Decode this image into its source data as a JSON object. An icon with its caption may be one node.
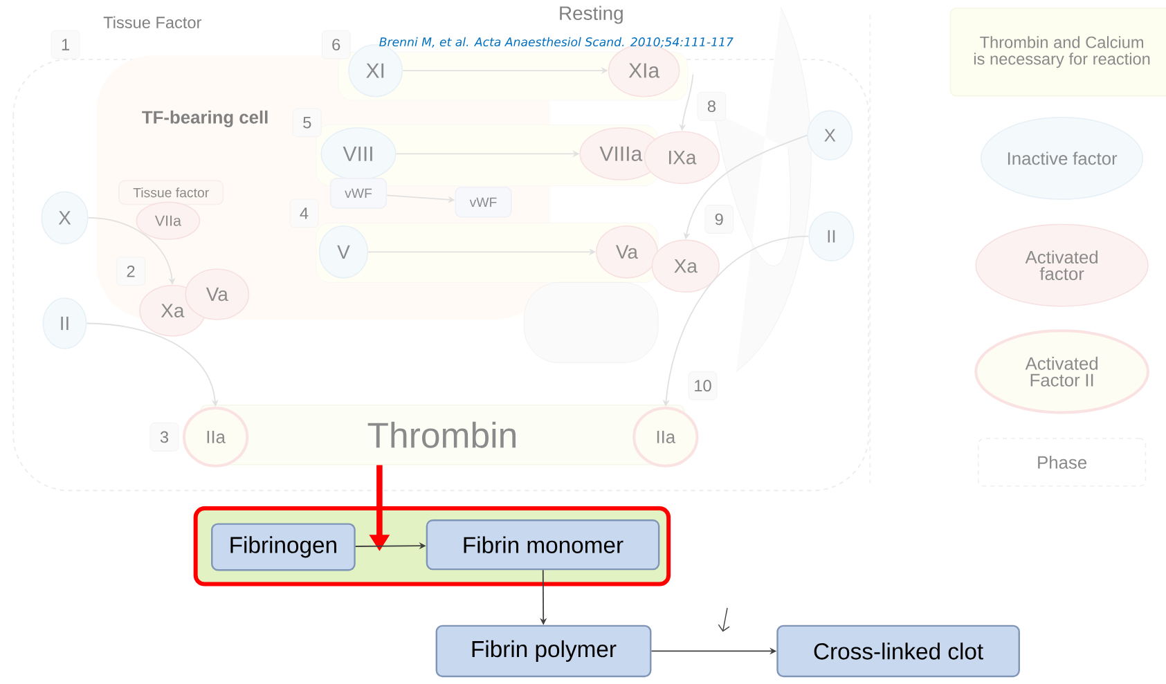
{
  "diagram": {
    "nodes": [
      {
        "text": [
          "XI"
        ]
      },
      {
        "text": [
          "XIa"
        ]
      },
      {
        "text": [
          "VIII"
        ]
      },
      {
        "text": [
          "VIIIa"
        ]
      },
      {
        "text": [
          "IXa"
        ]
      },
      {
        "text": [
          "vWF"
        ]
      },
      {
        "text": [
          "vWF"
        ]
      },
      {
        "text": [
          "V"
        ]
      },
      {
        "text": [
          "Va"
        ]
      },
      {
        "text": [
          "Xa"
        ]
      },
      {
        "text": [
          "X"
        ]
      },
      {
        "text": [
          "Tissue factor"
        ]
      },
      {
        "text": [
          "VIIa"
        ]
      },
      {
        "text": [
          "Xa"
        ]
      },
      {
        "text": [
          "Va"
        ]
      },
      {
        "text": [
          "II"
        ]
      },
      {
        "text": [
          "Thrombin"
        ]
      },
      {
        "text": [
          "IIa"
        ]
      },
      {
        "text": [
          "IIa"
        ]
      },
      {
        "text": [
          "X"
        ]
      },
      {
        "text": [
          "II"
        ]
      },
      {
        "text": [
          "Thrombin and Calcium is necessary for reaction"
        ]
      },
      {
        "text": [
          "Inactive factor"
        ]
      },
      {
        "text": [
          "Activated factor"
        ]
      },
      {
        "text": [
          "Activated Factor II"
        ]
      },
      {
        "text": [
          "Phase"
        ]
      },
      {
        "text": [],
        "shape": "box"
      },
      {
        "text": [
          "Fibrinogen"
        ],
        "in": 26
      },
      {
        "text": [
          "Fibrin monomer"
        ],
        "in": 26
      },
      {
        "text": [
          "Fibrin polymer"
        ]
      },
      {
        "text": [
          "Cross-linked clot"
        ]
      }
    ],
    "edges": [
      {
        "from": 0,
        "to": 1,
        "arrow": "to"
      },
      {
        "from": 2,
        "to": 3,
        "arrow": "to"
      },
      {
        "from": 5,
        "to": 6,
        "arrow": "to"
      },
      {
        "from": 7,
        "to": 8,
        "arrow": "to"
      },
      {
        "from": 10,
        "to": 13,
        "arrow": "to"
      },
      {
        "from": 15,
        "to": 17,
        "arrow": "to"
      },
      {
        "from": 19,
        "to": 9,
        "arrow": "to"
      },
      {
        "from": 20,
        "to": 18,
        "arrow": "to"
      },
      {
        "from": null,
        "to": 4,
        "arrow": "to"
      },
      {
        "from": 16,
        "to": null,
        "arrow": "to",
        "style": "thick",
        "color": "#ff0000"
      },
      {
        "from": 27,
        "to": 28,
        "arrow": "to",
        "color": "#404040"
      },
      {
        "from": 28,
        "to": 29,
        "arrow": "to",
        "color": "#404040"
      },
      {
        "from": 29,
        "to": 30,
        "arrow": "to",
        "color": "#404040"
      }
    ],
    "labels": [
      "Resting",
      "Tissue Factor",
      "Brenni M, et al. Acta Anaesthesiol Scand. 2010;54:111-117",
      "1",
      "6",
      "8",
      "TF-bearing cell",
      "5",
      "4",
      "9",
      "2",
      "10",
      "3"
    ]
  }
}
